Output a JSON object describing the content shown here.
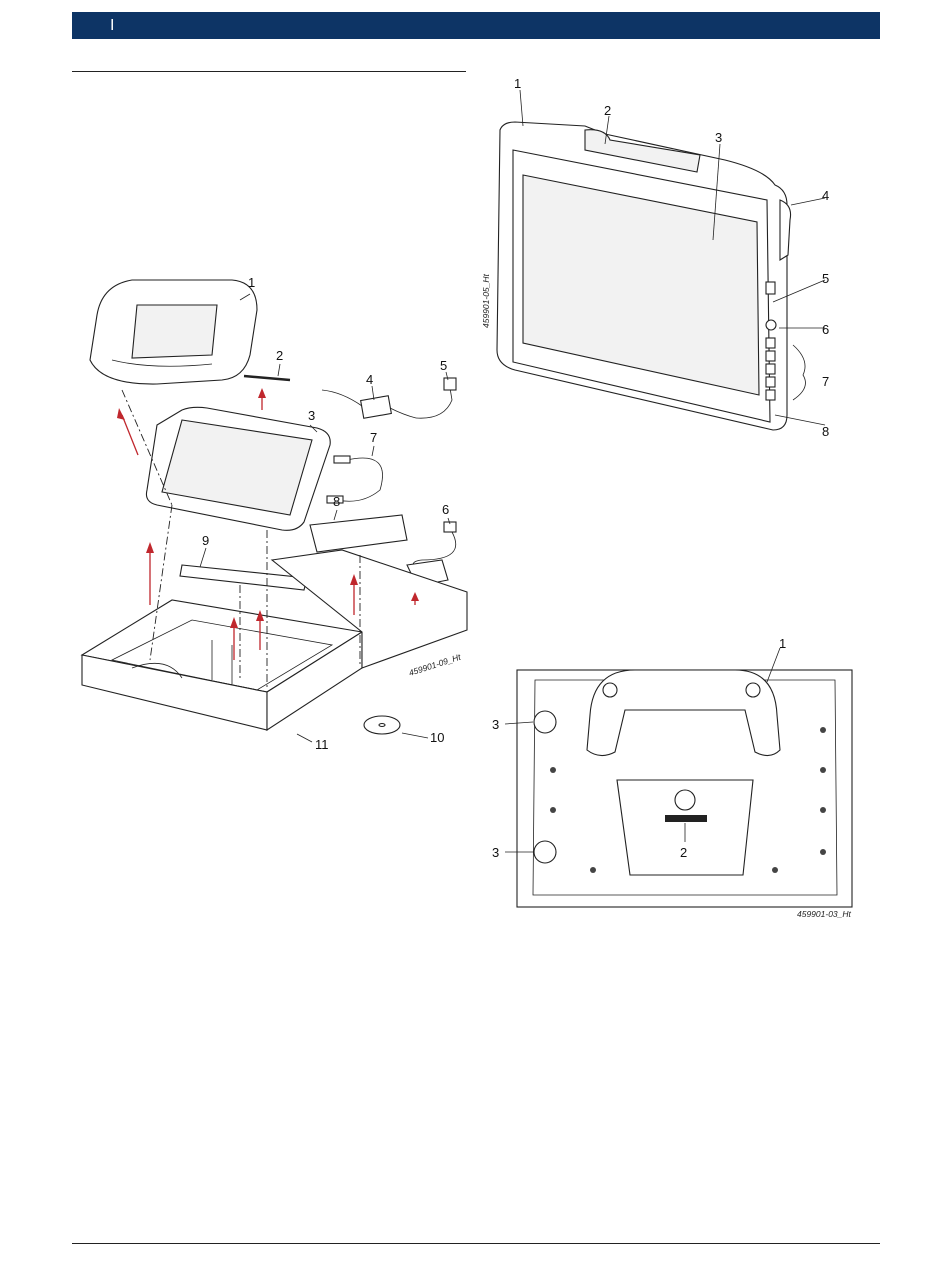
{
  "header": {
    "mark": "I"
  },
  "figure_left": {
    "callouts": [
      "1",
      "2",
      "3",
      "4",
      "5",
      "6",
      "7",
      "8",
      "9",
      "10",
      "11"
    ],
    "ref": "459901-09_Ht"
  },
  "figure_top_right": {
    "callouts": [
      "1",
      "2",
      "3",
      "4",
      "5",
      "6",
      "7",
      "8"
    ],
    "ref": "459901-05_Ht"
  },
  "figure_bottom_right": {
    "callouts": [
      "1",
      "2",
      "3",
      "3"
    ],
    "ref": "459901-03_Ht"
  },
  "colors": {
    "header": "#0d3465",
    "arrows": "#c0272d"
  }
}
